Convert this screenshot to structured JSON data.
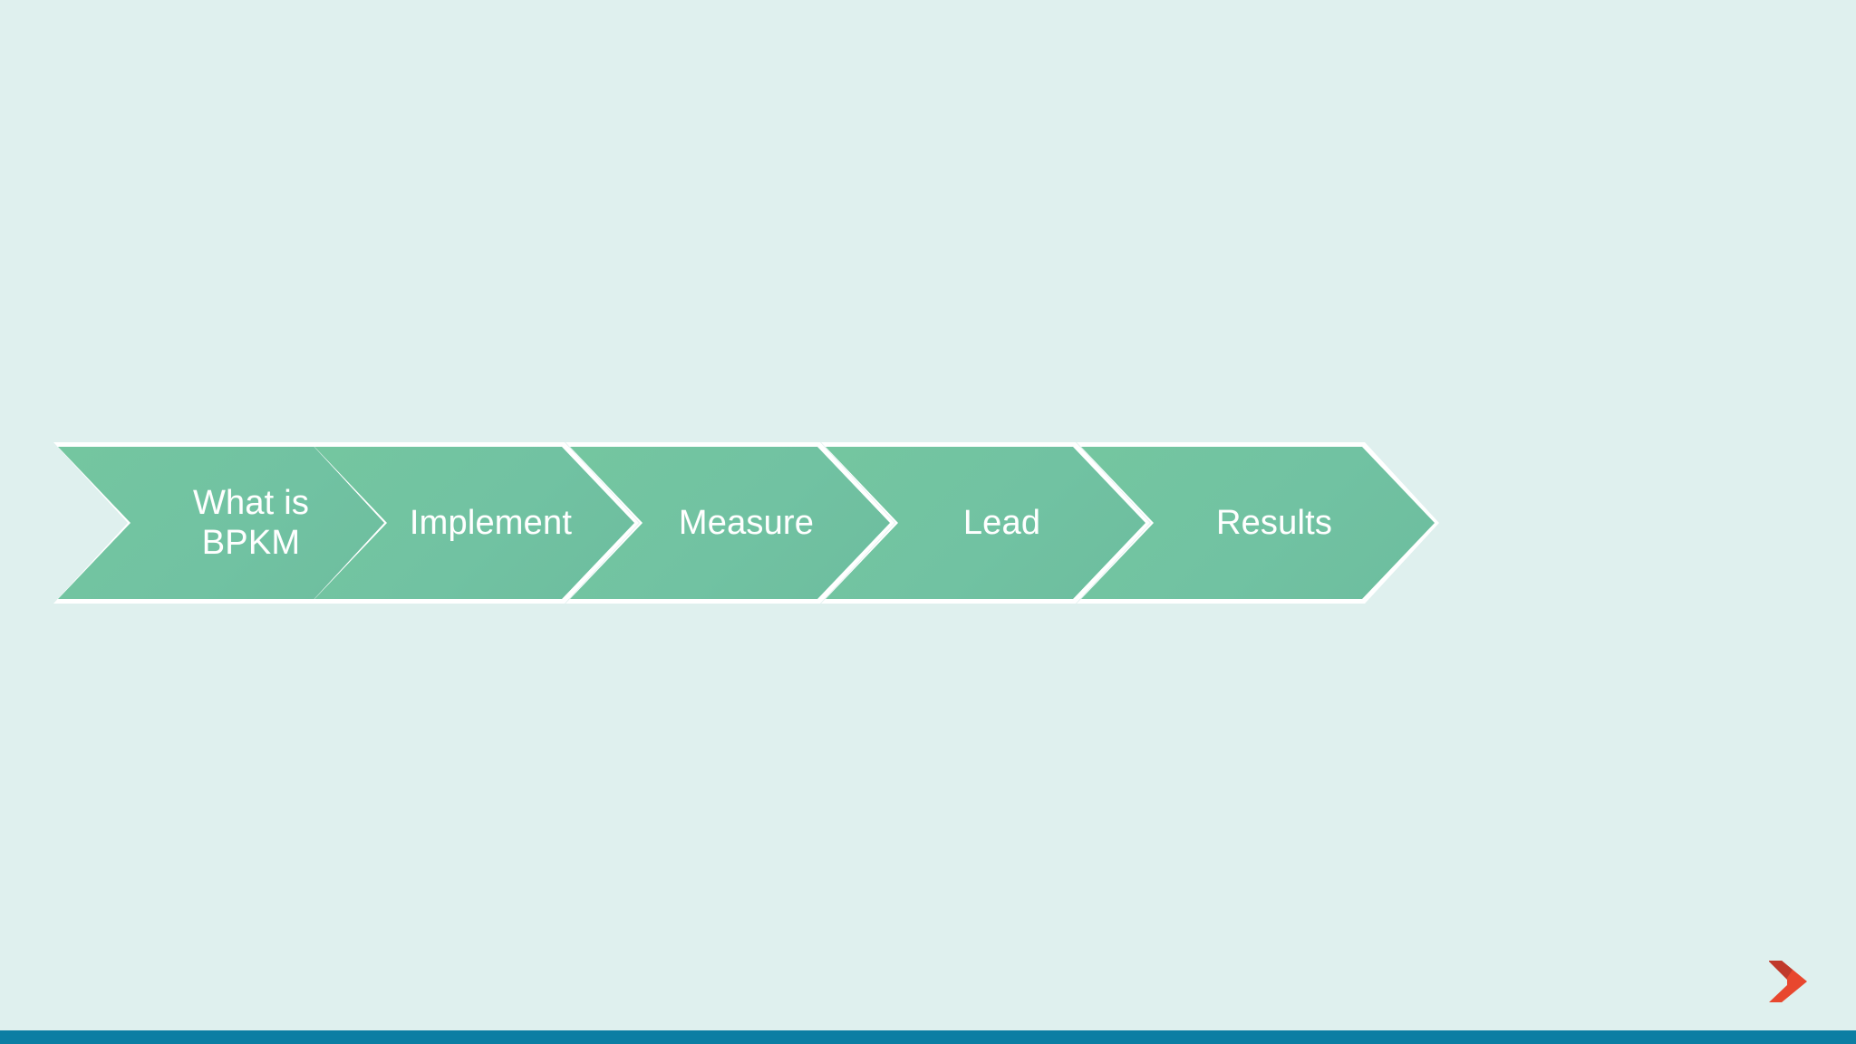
{
  "slide": {
    "background_color": "#dff0ee",
    "accent_bar_color": "#0c7ea3",
    "chevron_fill_color": "#71c2a2",
    "chevron_outline_color": "#ffffff",
    "label_text_color": "#ffffff",
    "logo_color_light": "#e8472e",
    "logo_color_dark": "#c0392b"
  },
  "process_flow": {
    "name": "process-chevron-flow",
    "steps": [
      {
        "index": 1,
        "label": "What is\nBPKM",
        "lines": [
          "What is",
          "BPKM"
        ]
      },
      {
        "index": 2,
        "label": "Implement",
        "lines": [
          "Implement"
        ]
      },
      {
        "index": 3,
        "label": "Measure",
        "lines": [
          "Measure"
        ]
      },
      {
        "index": 4,
        "label": "Lead",
        "lines": [
          "Lead"
        ]
      },
      {
        "index": 5,
        "label": "Results",
        "lines": [
          "Results"
        ]
      }
    ]
  },
  "logo": {
    "icon_name": "brand-chevron-logo"
  }
}
